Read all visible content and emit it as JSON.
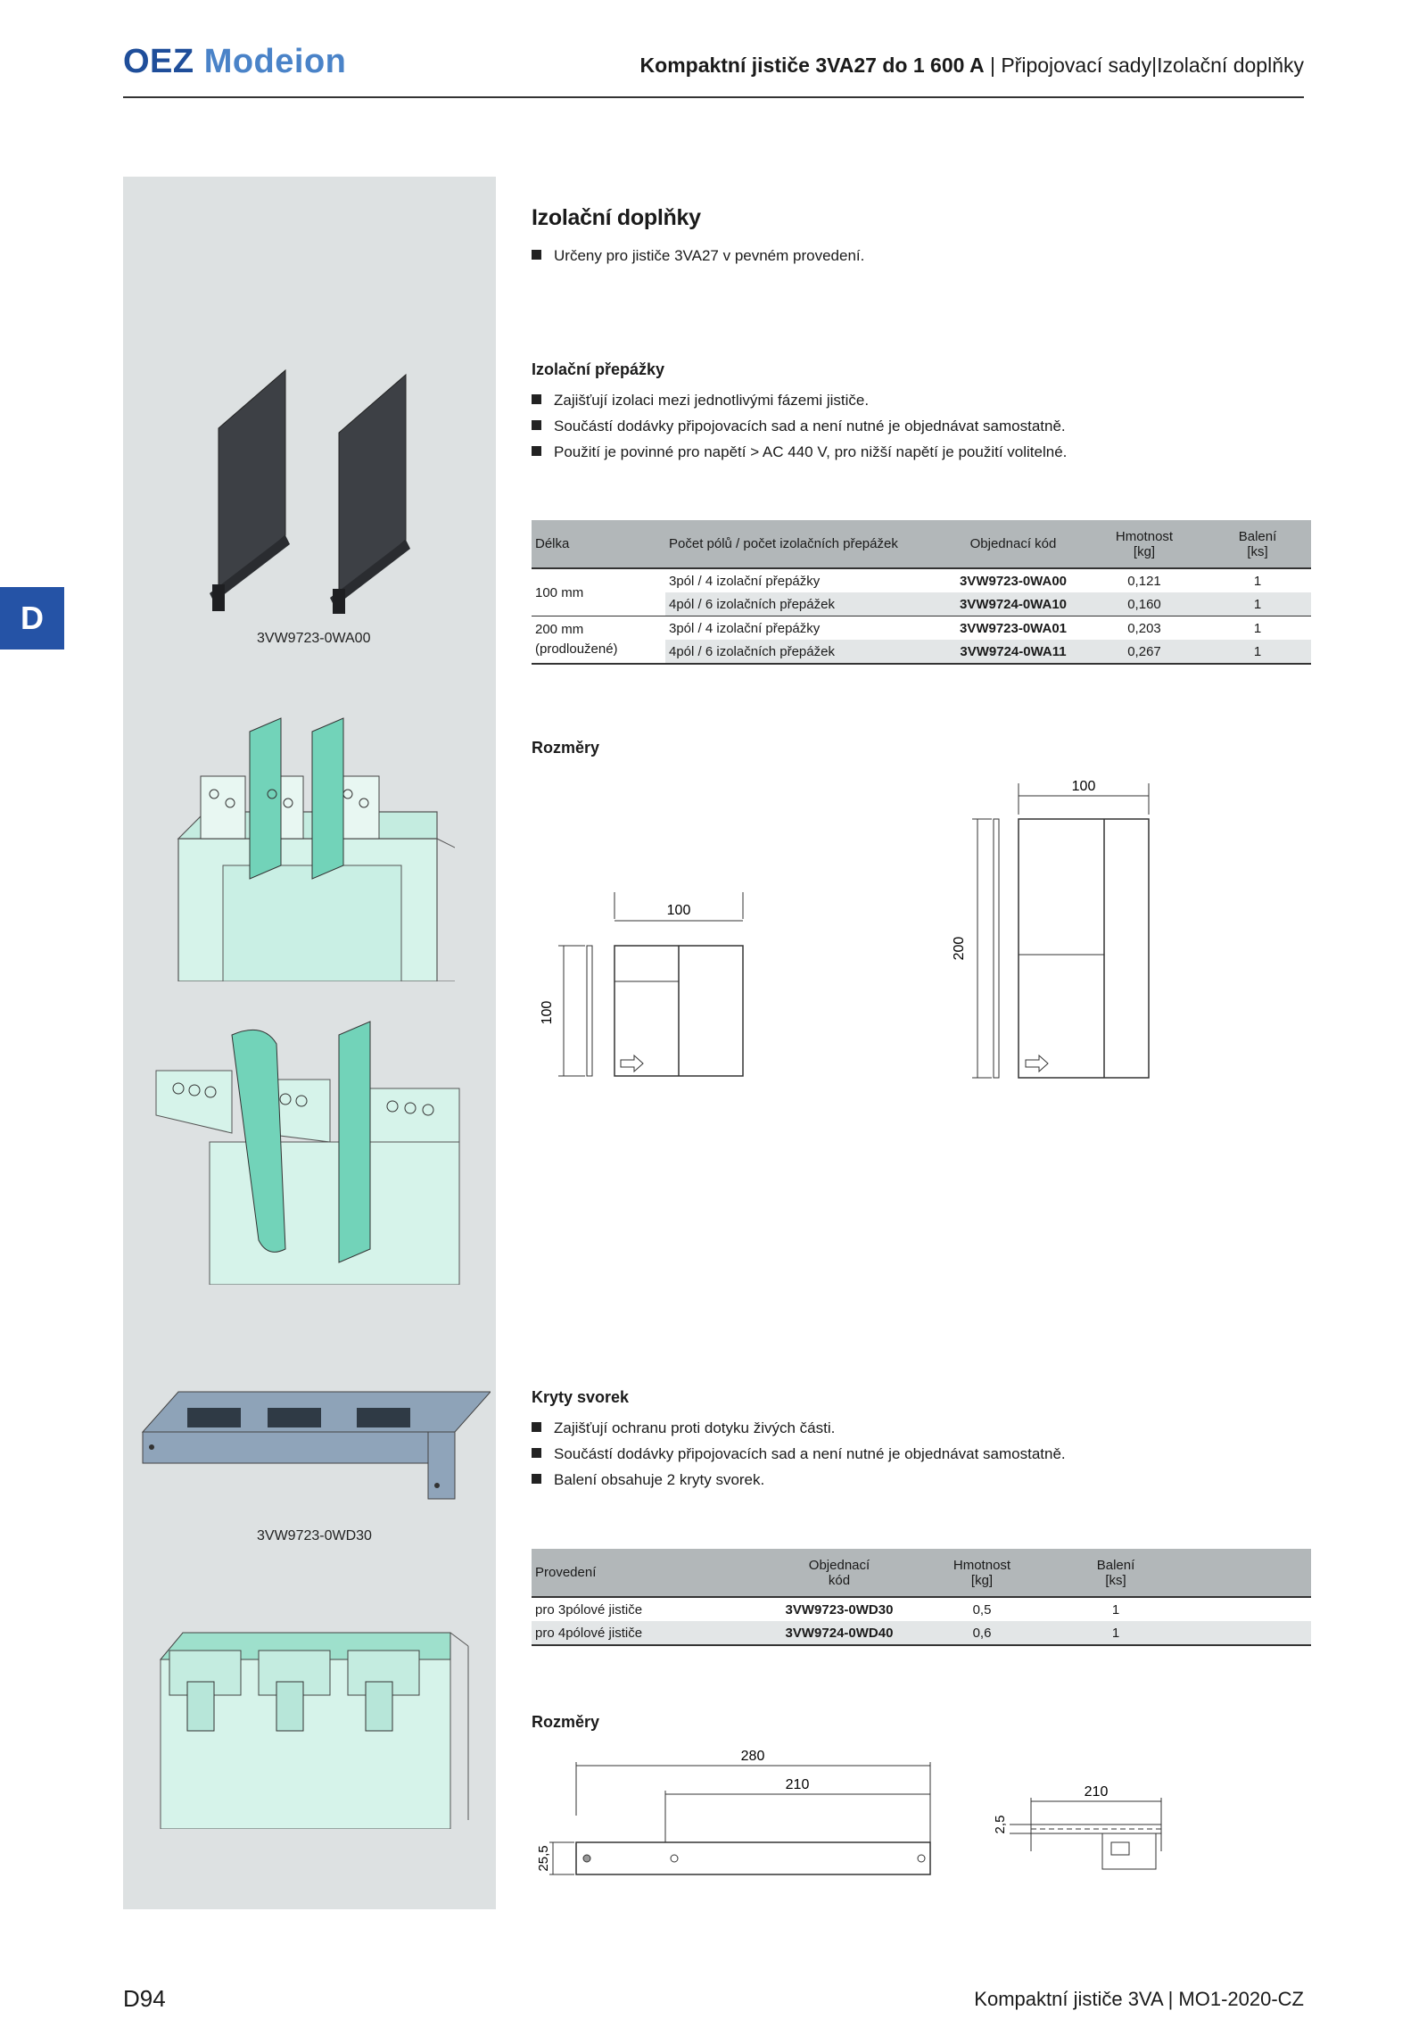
{
  "header": {
    "logo_part1": "OEZ",
    "logo_part2": "Modeion",
    "title_bold": "Kompaktní jističe 3VA27 do 1 600 A",
    "title_sep1": "|",
    "title_part2": "Připojovací sady",
    "title_sep2": "|",
    "title_part3": "Izolační doplňky"
  },
  "side_tab": "D",
  "section": {
    "title": "Izolační doplňky",
    "bullets": [
      "Určeny pro jističe 3VA27 v pevném provedení."
    ]
  },
  "barriers": {
    "title": "Izolační přepážky",
    "bullets": [
      "Zajišťují izolaci mezi jednotlivými fázemi jističe.",
      "Součástí dodávky připojovacích sad a není nutné je objednávat samostatně.",
      "Použití je povinné pro napětí > AC 440 V, pro nižší napětí je použití volitelné."
    ],
    "image_caption": "3VW9723-0WA00",
    "table": {
      "headers": [
        "Délka",
        "Počet pólů / počet izolačních přepážek",
        "Objednací kód",
        "Hmotnost",
        "[kg]",
        "Balení",
        "[ks]"
      ],
      "groups": [
        {
          "length": "100 mm",
          "length2": "",
          "rows": [
            {
              "poles": "3pól / 4 izolační přepážky",
              "code": "3VW9723-0WA00",
              "weight": "0,121",
              "pack": "1"
            },
            {
              "poles": "4pól / 6 izolačních přepážek",
              "code": "3VW9724-0WA10",
              "weight": "0,160",
              "pack": "1"
            }
          ]
        },
        {
          "length": "200 mm",
          "length2": "(prodloužené)",
          "rows": [
            {
              "poles": "3pól / 4 izolační přepážky",
              "code": "3VW9723-0WA01",
              "weight": "0,203",
              "pack": "1"
            },
            {
              "poles": "4pól / 6 izolačních přepážek",
              "code": "3VW9724-0WA11",
              "weight": "0,267",
              "pack": "1"
            }
          ]
        }
      ]
    },
    "dims_title": "Rozměry",
    "dims": {
      "d1_w": "100",
      "d1_h": "100",
      "d2_w": "100",
      "d2_h": "200"
    }
  },
  "covers": {
    "title": "Kryty svorek",
    "bullets": [
      "Zajišťují ochranu proti dotyku živých části.",
      "Součástí dodávky připojovacích sad a není nutné je objednávat samostatně.",
      "Balení obsahuje 2 kryty svorek."
    ],
    "image_caption": "3VW9723-0WD30",
    "table": {
      "headers": [
        "Provedení",
        "Objednací",
        "kód",
        "Hmotnost",
        "[kg]",
        "Balení",
        "[ks]"
      ],
      "rows": [
        {
          "type": "pro 3pólové jističe",
          "code": "3VW9723-0WD30",
          "weight": "0,5",
          "pack": "1"
        },
        {
          "type": "pro 4pólové jističe",
          "code": "3VW9724-0WD40",
          "weight": "0,6",
          "pack": "1"
        }
      ]
    },
    "dims_title": "Rozměry",
    "dims": {
      "total": "280",
      "inner": "210",
      "height": "25,5",
      "side_w": "210",
      "side_h": "2,5"
    }
  },
  "footer": {
    "page": "D94",
    "doc_part1": "Kompaktní jističe 3VA",
    "doc_sep": "|",
    "doc_part2": "MO1-2020-CZ"
  }
}
